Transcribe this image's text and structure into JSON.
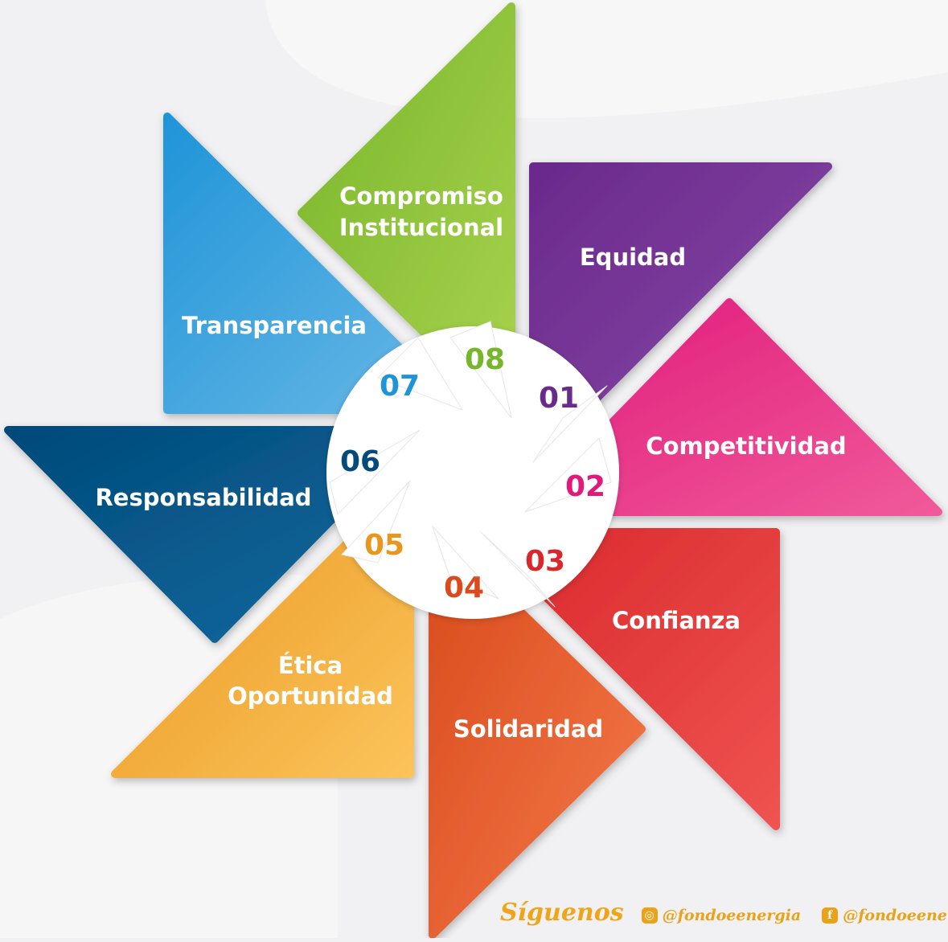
{
  "values": [
    {
      "number": "01",
      "label": [
        "Equidad"
      ],
      "color": "#6a2a8c",
      "color_light": "#8a4aa8"
    },
    {
      "number": "02",
      "label": [
        "Competitividad"
      ],
      "color": "#e0197a",
      "color_light": "#f05a9a"
    },
    {
      "number": "03",
      "label": [
        "Confianza"
      ],
      "color": "#d9282c",
      "color_light": "#ef5350"
    },
    {
      "number": "04",
      "label": [
        "Solidaridad"
      ],
      "color": "#d94a1c",
      "color_light": "#f47a4a"
    },
    {
      "number": "05",
      "label": [
        "Ética",
        "Oportunidad"
      ],
      "color": "#e8961e",
      "color_light": "#fbc35a"
    },
    {
      "number": "06",
      "label": [
        "Responsabilidad"
      ],
      "color": "#034a7a",
      "color_light": "#0d6aa0"
    },
    {
      "number": "07",
      "label": [
        "Transparencia"
      ],
      "color": "#1f95d8",
      "color_light": "#6ab8e6"
    },
    {
      "number": "08",
      "label": [
        "Compromiso",
        "Institucional"
      ],
      "color": "#77b62a",
      "color_light": "#a9d24e"
    }
  ],
  "footer": {
    "follow": "Síguenos",
    "instagram": "@fondoeenergia",
    "facebook": "@fondoeenergia"
  }
}
